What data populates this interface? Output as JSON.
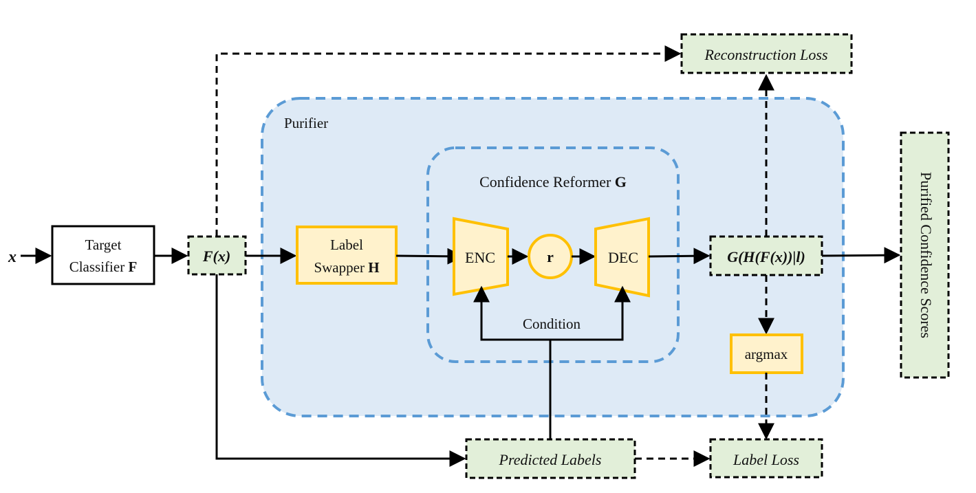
{
  "input": {
    "label": "x"
  },
  "classifier": {
    "line1": "Target",
    "line2_prefix": "Classifier",
    "line2_symbol": "F"
  },
  "fx": {
    "label": "F(x)"
  },
  "purifier": {
    "label": "Purifier"
  },
  "reformer": {
    "label_prefix": "Confidence Reformer",
    "label_symbol": "G"
  },
  "swapper": {
    "line1": "Label",
    "line2_prefix": "Swapper",
    "line2_symbol": "H"
  },
  "enc": {
    "label": "ENC"
  },
  "latent": {
    "label": "r"
  },
  "dec": {
    "label": "DEC"
  },
  "condition": {
    "label": "Condition"
  },
  "output": {
    "label": "G(H(F(x))|l)"
  },
  "argmax": {
    "label": "argmax"
  },
  "reconstruction_loss": {
    "label": "Reconstruction Loss"
  },
  "predicted_labels": {
    "label": "Predicted Labels"
  },
  "label_loss": {
    "label": "Label Loss"
  },
  "purified_scores": {
    "label": "Purified Confidence Scores"
  },
  "colors": {
    "purifier_fill": "#deeaf6",
    "dashed_blue": "#5b9bd5",
    "yellow_fill": "#fff2cc",
    "yellow_stroke": "#ffc000",
    "green_fill": "#e2efd9"
  }
}
